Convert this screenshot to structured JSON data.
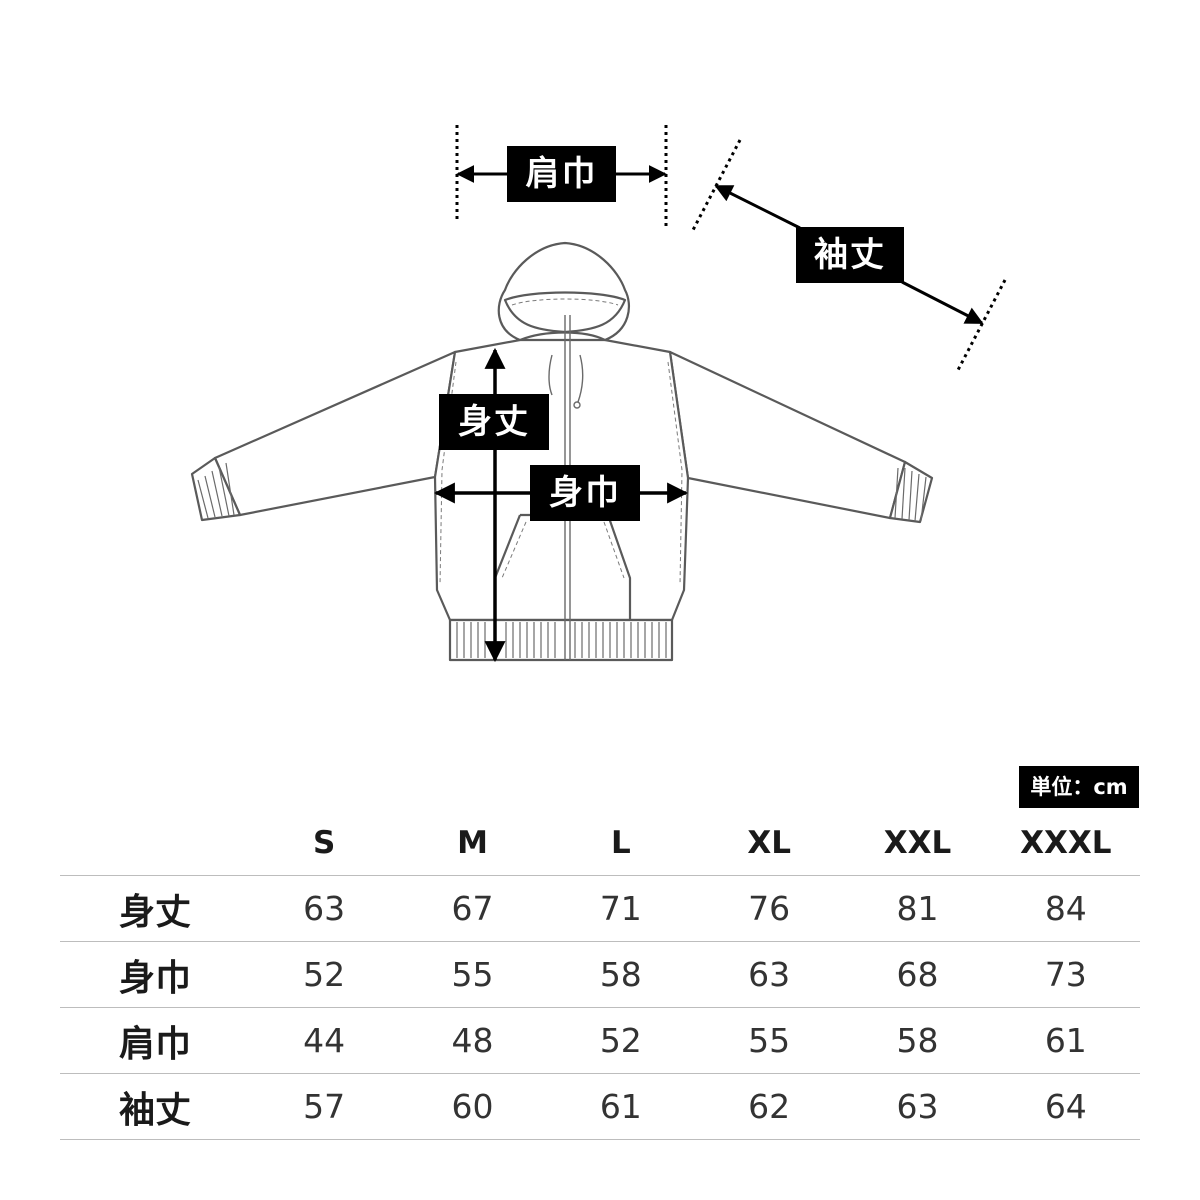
{
  "diagram": {
    "labels": {
      "shoulder_width": "肩巾",
      "sleeve_length": "袖丈",
      "body_length": "身丈",
      "body_width": "身巾"
    }
  },
  "unit_badge": "単位：cm",
  "table": {
    "columns": [
      "S",
      "M",
      "L",
      "XL",
      "XXL",
      "XXXL"
    ],
    "rows": [
      {
        "label": "身丈",
        "values": [
          "63",
          "67",
          "71",
          "76",
          "81",
          "84"
        ]
      },
      {
        "label": "身巾",
        "values": [
          "52",
          "55",
          "58",
          "63",
          "68",
          "73"
        ]
      },
      {
        "label": "肩巾",
        "values": [
          "44",
          "48",
          "52",
          "55",
          "58",
          "61"
        ]
      },
      {
        "label": "袖丈",
        "values": [
          "57",
          "60",
          "61",
          "62",
          "63",
          "64"
        ]
      }
    ]
  },
  "colors": {
    "outline": "#5a5a5a",
    "label_bg": "#000000",
    "label_text": "#ffffff",
    "table_rule": "#bdbdbd"
  }
}
